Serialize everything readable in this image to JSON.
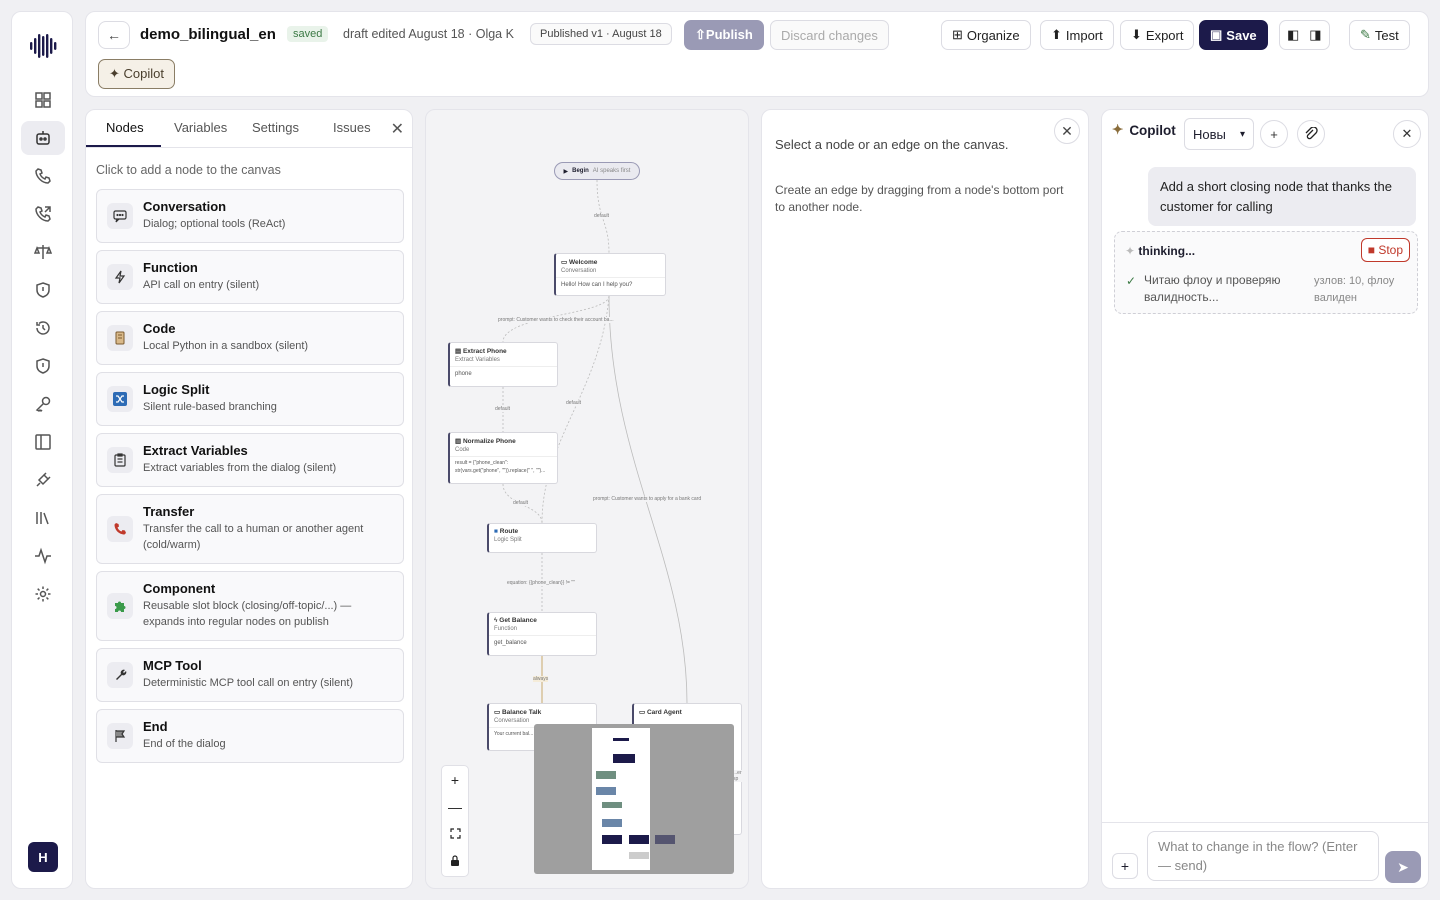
{
  "header": {
    "back_icon": "arrow-left-icon",
    "flow_title": "demo_bilingual_en",
    "status_badge": "saved",
    "draft_info": "draft edited August 18 · Olga K",
    "published_pill": "Published v1 · August 18",
    "publish_label": "⇧Publish",
    "discard_label": "Discard changes",
    "organize_label": "Organize",
    "import_label": "Import",
    "export_label": "Export",
    "save_label": "Save",
    "test_label": "Test",
    "copilot_label": "✦ Copilot"
  },
  "left_panel": {
    "tabs": [
      "Nodes",
      "Variables",
      "Settings",
      "Issues"
    ],
    "hint": "Click to add a node to the canvas",
    "nodes": [
      {
        "name": "Conversation",
        "desc": "Dialog; optional tools (ReAct)",
        "icon": "chat-icon"
      },
      {
        "name": "Function",
        "desc": "API call on entry (silent)",
        "icon": "bolt-icon"
      },
      {
        "name": "Code",
        "desc": "Local Python in a sandbox (silent)",
        "icon": "scroll-icon"
      },
      {
        "name": "Logic Split",
        "desc": "Silent rule-based branching",
        "icon": "shuffle-icon"
      },
      {
        "name": "Extract Variables",
        "desc": "Extract variables from the dialog (silent)",
        "icon": "clipboard-icon"
      },
      {
        "name": "Transfer",
        "desc": "Transfer the call to a human or another agent (cold/warm)",
        "icon": "phone-icon"
      },
      {
        "name": "Component",
        "desc": "Reusable slot block (closing/off-topic/...) — expands into regular nodes on publish",
        "icon": "puzzle-icon"
      },
      {
        "name": "MCP Tool",
        "desc": "Deterministic MCP tool call on entry (silent)",
        "icon": "wrench-icon"
      },
      {
        "name": "End",
        "desc": "End of the dialog",
        "icon": "flag-icon"
      }
    ]
  },
  "canvas": {
    "begin_label": "Begin",
    "begin_sub": "AI speaks first",
    "nodes": {
      "welcome": {
        "title": "Welcome",
        "type": "Conversation",
        "body": "Hello! How can I help you?"
      },
      "extract": {
        "title": "Extract Phone",
        "type": "Extract Variables",
        "body": "phone"
      },
      "normalize": {
        "title": "Normalize Phone",
        "type": "Code",
        "body": "result = {\"phone_clean\": str(vars.get(\"phone\", \"\")).replace(\" \", \"\")..."
      },
      "route": {
        "title": "Route",
        "type": "Logic Split"
      },
      "balance": {
        "title": "Get Balance",
        "type": "Function",
        "body": "get_balance"
      },
      "balance_talk": {
        "title": "Balance Talk",
        "type": "Conversation",
        "body": "Your current bal... tenge. You can t..."
      },
      "card_agent": {
        "title": "Card Agent",
        "type": "",
        "body": ""
      }
    },
    "edge_labels": {
      "e1": "default",
      "e2": "prompt: Customer wants to check their account ba...",
      "e3": "default",
      "e4": "default",
      "e5": "default",
      "e6": "prompt: Customer wants to apply for a bank card",
      "e7": "equation: {{phone_clean}} != \"\"",
      "e8": "always",
      "e9": "...er sp"
    },
    "zoom_in": "+",
    "zoom_out": "—",
    "fit_icon": "fit-screen-icon",
    "lock_icon": "lock-icon"
  },
  "detail_panel": {
    "title": "Select a node or an edge on the canvas.",
    "desc": "Create an edge by dragging from a node's bottom port to another node."
  },
  "copilot": {
    "title": "Copilot",
    "session_select": "Новы",
    "new_label": "+",
    "user_message": "Add a short closing node that thanks the customer for calling",
    "thinking_label": "thinking...",
    "stop_label": "Stop",
    "step_text": "Читаю флоу и проверяю валидность...",
    "step_result": "узлов: 10, флоу валиден",
    "input_placeholder": "What to change in the flow? (Enter — send)",
    "attach_label": "+"
  },
  "user": {
    "avatar_initial": "H"
  },
  "colors": {
    "brand": "#1c1a4a",
    "accent_pub": "#9a9ab5",
    "saved_green": "#3c7a45",
    "stop_red": "#c0392b"
  }
}
